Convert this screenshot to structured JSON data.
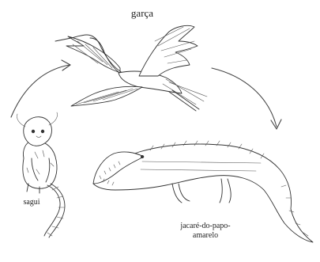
{
  "labels": {
    "bird": "garça",
    "monkey": "sagui",
    "crocodile_line1": "jacaré-do-papo-",
    "crocodile_line2": "amarelo"
  }
}
